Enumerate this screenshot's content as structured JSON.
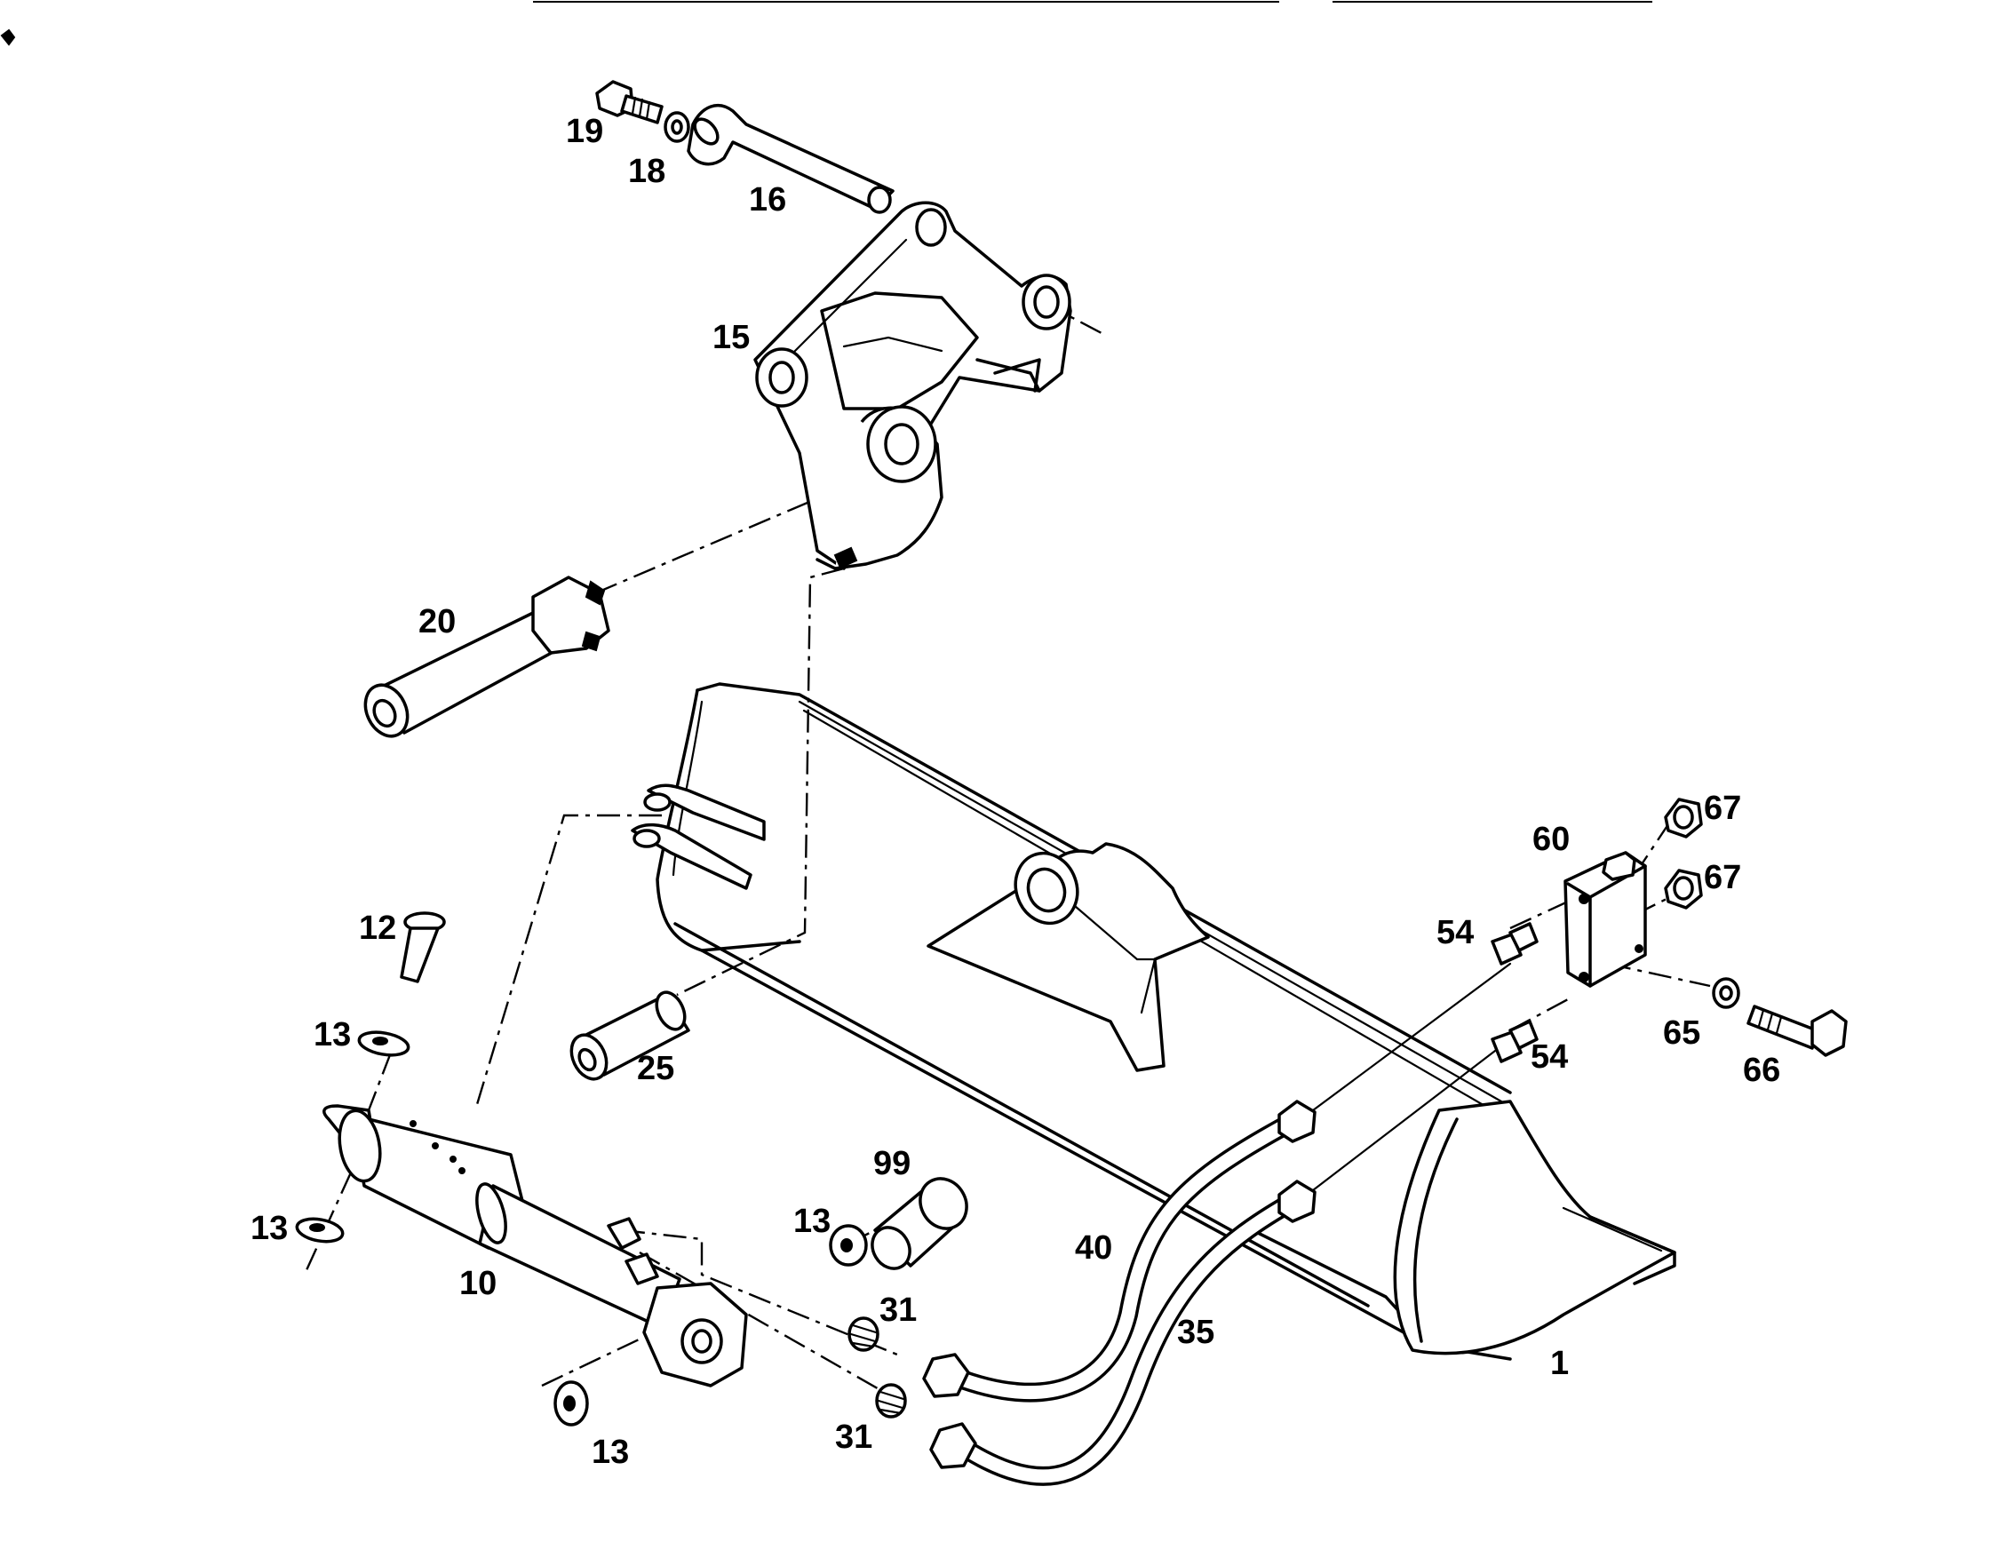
{
  "callouts": {
    "c1": "1",
    "c10": "10",
    "c12": "12",
    "c13a": "13",
    "c13b": "13",
    "c13c": "13",
    "c13d": "13",
    "c15": "15",
    "c16": "16",
    "c18": "18",
    "c19": "19",
    "c20": "20",
    "c25": "25",
    "c31a": "31",
    "c31b": "31",
    "c35": "35",
    "c40": "40",
    "c54a": "54",
    "c54b": "54",
    "c60": "60",
    "c65": "65",
    "c66": "66",
    "c67a": "67",
    "c67b": "67",
    "c99": "99"
  }
}
